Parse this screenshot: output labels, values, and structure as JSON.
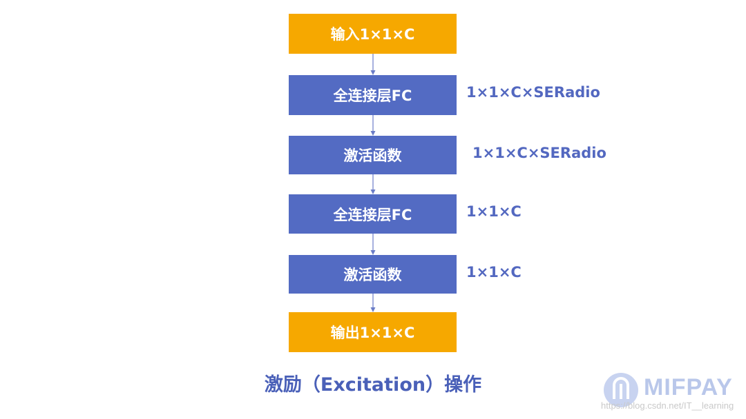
{
  "nodes": [
    {
      "label": "输入1×1×C"
    },
    {
      "label": "全连接层FC",
      "dim": "1×1×C×SERadio"
    },
    {
      "label": "激活函数",
      "dim": "1×1×C×SERadio"
    },
    {
      "label": "全连接层FC",
      "dim": "1×1×C"
    },
    {
      "label": "激活函数",
      "dim": "1×1×C"
    },
    {
      "label": "输出1×1×C"
    }
  ],
  "caption": "激励（Excitation）操作",
  "watermark": {
    "brand": "MIFPAY",
    "url": "https://blog.csdn.net/IT__learning"
  },
  "colors": {
    "io": "#f6a800",
    "layer": "#536bc3",
    "text": "#5368c0",
    "arrow": "#6a7cc7"
  }
}
